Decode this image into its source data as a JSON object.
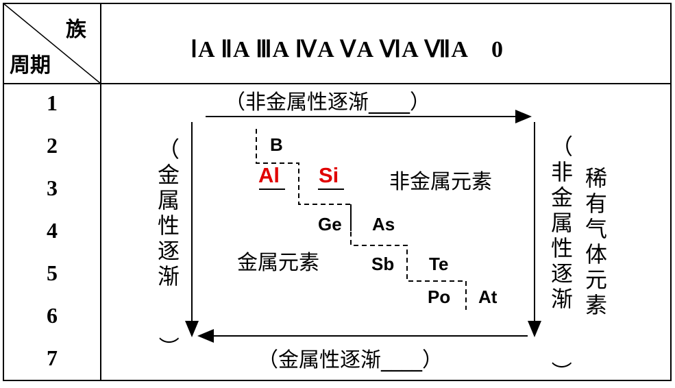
{
  "header": {
    "corner_top": "族",
    "corner_bottom": "周期",
    "groups_text": "ⅠA ⅡA ⅢA ⅣA ⅤA ⅥA ⅦA　0"
  },
  "periods": [
    "1",
    "2",
    "3",
    "4",
    "5",
    "6",
    "7"
  ],
  "diagram": {
    "top_label": "（非金属性逐渐____）",
    "bottom_label": "（金属性逐渐____）",
    "left_label_chars": [
      "（",
      "金",
      "属",
      "性",
      "逐",
      "渐"
    ],
    "left_close_paren": "）",
    "right_label_chars": [
      "（",
      "非",
      "金",
      "属",
      "性",
      "逐",
      "渐"
    ],
    "right_close_paren": "）",
    "noble_gas_chars": [
      "稀",
      "有",
      "气",
      "体",
      "元",
      "素"
    ],
    "nonmetal_region": "非金属元素",
    "metal_region": "金属元素",
    "elements": {
      "B": "B",
      "Al": "Al",
      "Si": "Si",
      "Ge": "Ge",
      "As": "As",
      "Sb": "Sb",
      "Te": "Te",
      "Po": "Po",
      "At": "At"
    },
    "highlight_color": "#e00000"
  }
}
